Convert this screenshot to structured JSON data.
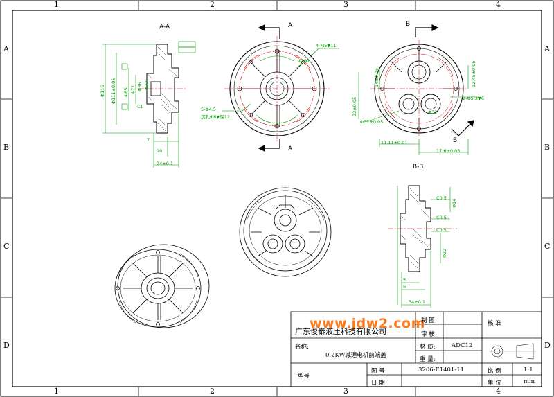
{
  "border_zones": {
    "top": [
      "1",
      "2",
      "3",
      "4"
    ],
    "bottom": [
      "1",
      "2",
      "3",
      "4"
    ],
    "left": [
      "A",
      "B",
      "C",
      "D"
    ],
    "right": [
      "A",
      "B",
      "C",
      "D"
    ]
  },
  "views": {
    "section_aa": "A-A",
    "section_bb": "B-B",
    "cut_a": "A",
    "cut_b": "B"
  },
  "dimensions": {
    "d_116": "Φ116",
    "d_111": "Φ111±0.05",
    "d_85": "Φ85",
    "d_71": "Φ71",
    "d_36": "Φ36",
    "d_22": "Φ22",
    "c1": "C1",
    "len_24": "24±0.1",
    "len_7": "7",
    "len_10": "10",
    "holes_4m5": "4-M5▼11",
    "holes_5": "5-Φ4.5",
    "cbore": "沉孔Φ8▼深12",
    "d_101": "Φ101",
    "d_2_5": "2-Φ5.3▼6",
    "r_22": "22±0.05",
    "r_14": "14±0.05",
    "r_12": "12.45±0.05",
    "w_11": "11.11±0.01",
    "w_17": "17.6±0.05",
    "d_37": "Φ37±0.05",
    "d_32": "Φ32",
    "c05a": "C0.5",
    "c05b": "C0.5",
    "c05c": "C0.5",
    "d_14b": "Φ14",
    "d_22b": "Φ22",
    "len_34": "34±0.1",
    "len_5": "5",
    "len_6": "6"
  },
  "watermark": "www.jdw2.com",
  "title_block": {
    "company": "广东俊泰液压科技有限公司",
    "name_label": "名称:",
    "part_name": "0.2KW减速电机前端盖",
    "model_label": "型号",
    "drawn": "制 图",
    "checked": "审 核",
    "approved": "核 准",
    "material_label": "材  质:",
    "material": "ADC12",
    "weight_label": "重  量:",
    "drawing_no_label": "图    号",
    "drawing_no": "3206-E1401-11",
    "date_label": "日    期",
    "scale_label": "比 例",
    "scale": "1:1",
    "unit_label": "单 位",
    "unit": "mm"
  }
}
